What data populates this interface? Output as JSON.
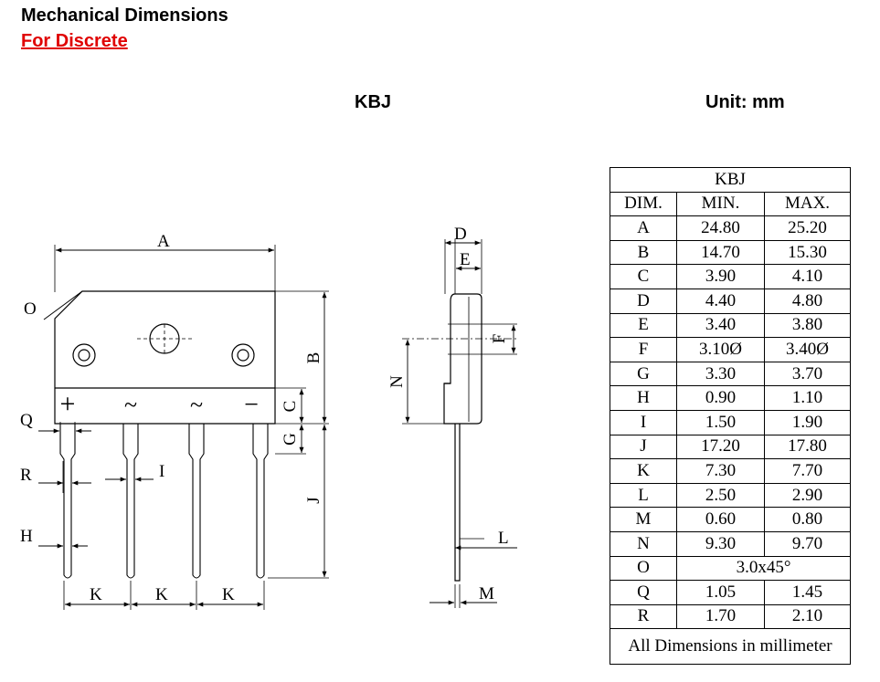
{
  "header": {
    "title": "Mechanical Dimensions",
    "subtitle": "For Discrete"
  },
  "package_name": "KBJ",
  "unit_label": "Unit: mm",
  "drawing": {
    "labels": [
      "A",
      "O",
      "B",
      "C",
      "G",
      "Q",
      "R",
      "I",
      "H",
      "J",
      "K",
      "K",
      "K",
      "D",
      "E",
      "F",
      "N",
      "L",
      "M"
    ],
    "pin_symbols": [
      "+",
      "~",
      "~",
      "−"
    ]
  },
  "table": {
    "title": "KBJ",
    "headers": [
      "DIM.",
      "MIN.",
      "MAX."
    ],
    "rows": [
      {
        "dim": "A",
        "min": "24.80",
        "max": "25.20"
      },
      {
        "dim": "B",
        "min": "14.70",
        "max": "15.30"
      },
      {
        "dim": "C",
        "min": "3.90",
        "max": "4.10"
      },
      {
        "dim": "D",
        "min": "4.40",
        "max": "4.80"
      },
      {
        "dim": "E",
        "min": "3.40",
        "max": "3.80"
      },
      {
        "dim": "F",
        "min": "3.10Ø",
        "max": "3.40Ø"
      },
      {
        "dim": "G",
        "min": "3.30",
        "max": "3.70"
      },
      {
        "dim": "H",
        "min": "0.90",
        "max": "1.10"
      },
      {
        "dim": "I",
        "min": "1.50",
        "max": "1.90"
      },
      {
        "dim": "J",
        "min": "17.20",
        "max": "17.80"
      },
      {
        "dim": "K",
        "min": "7.30",
        "max": "7.70"
      },
      {
        "dim": "L",
        "min": "2.50",
        "max": "2.90"
      },
      {
        "dim": "M",
        "min": "0.60",
        "max": "0.80"
      },
      {
        "dim": "N",
        "min": "9.30",
        "max": "9.70"
      },
      {
        "dim": "O",
        "merged": "3.0x45°"
      },
      {
        "dim": "Q",
        "min": "1.05",
        "max": "1.45"
      },
      {
        "dim": "R",
        "min": "1.70",
        "max": "2.10"
      }
    ],
    "footer": "All Dimensions in millimeter"
  }
}
